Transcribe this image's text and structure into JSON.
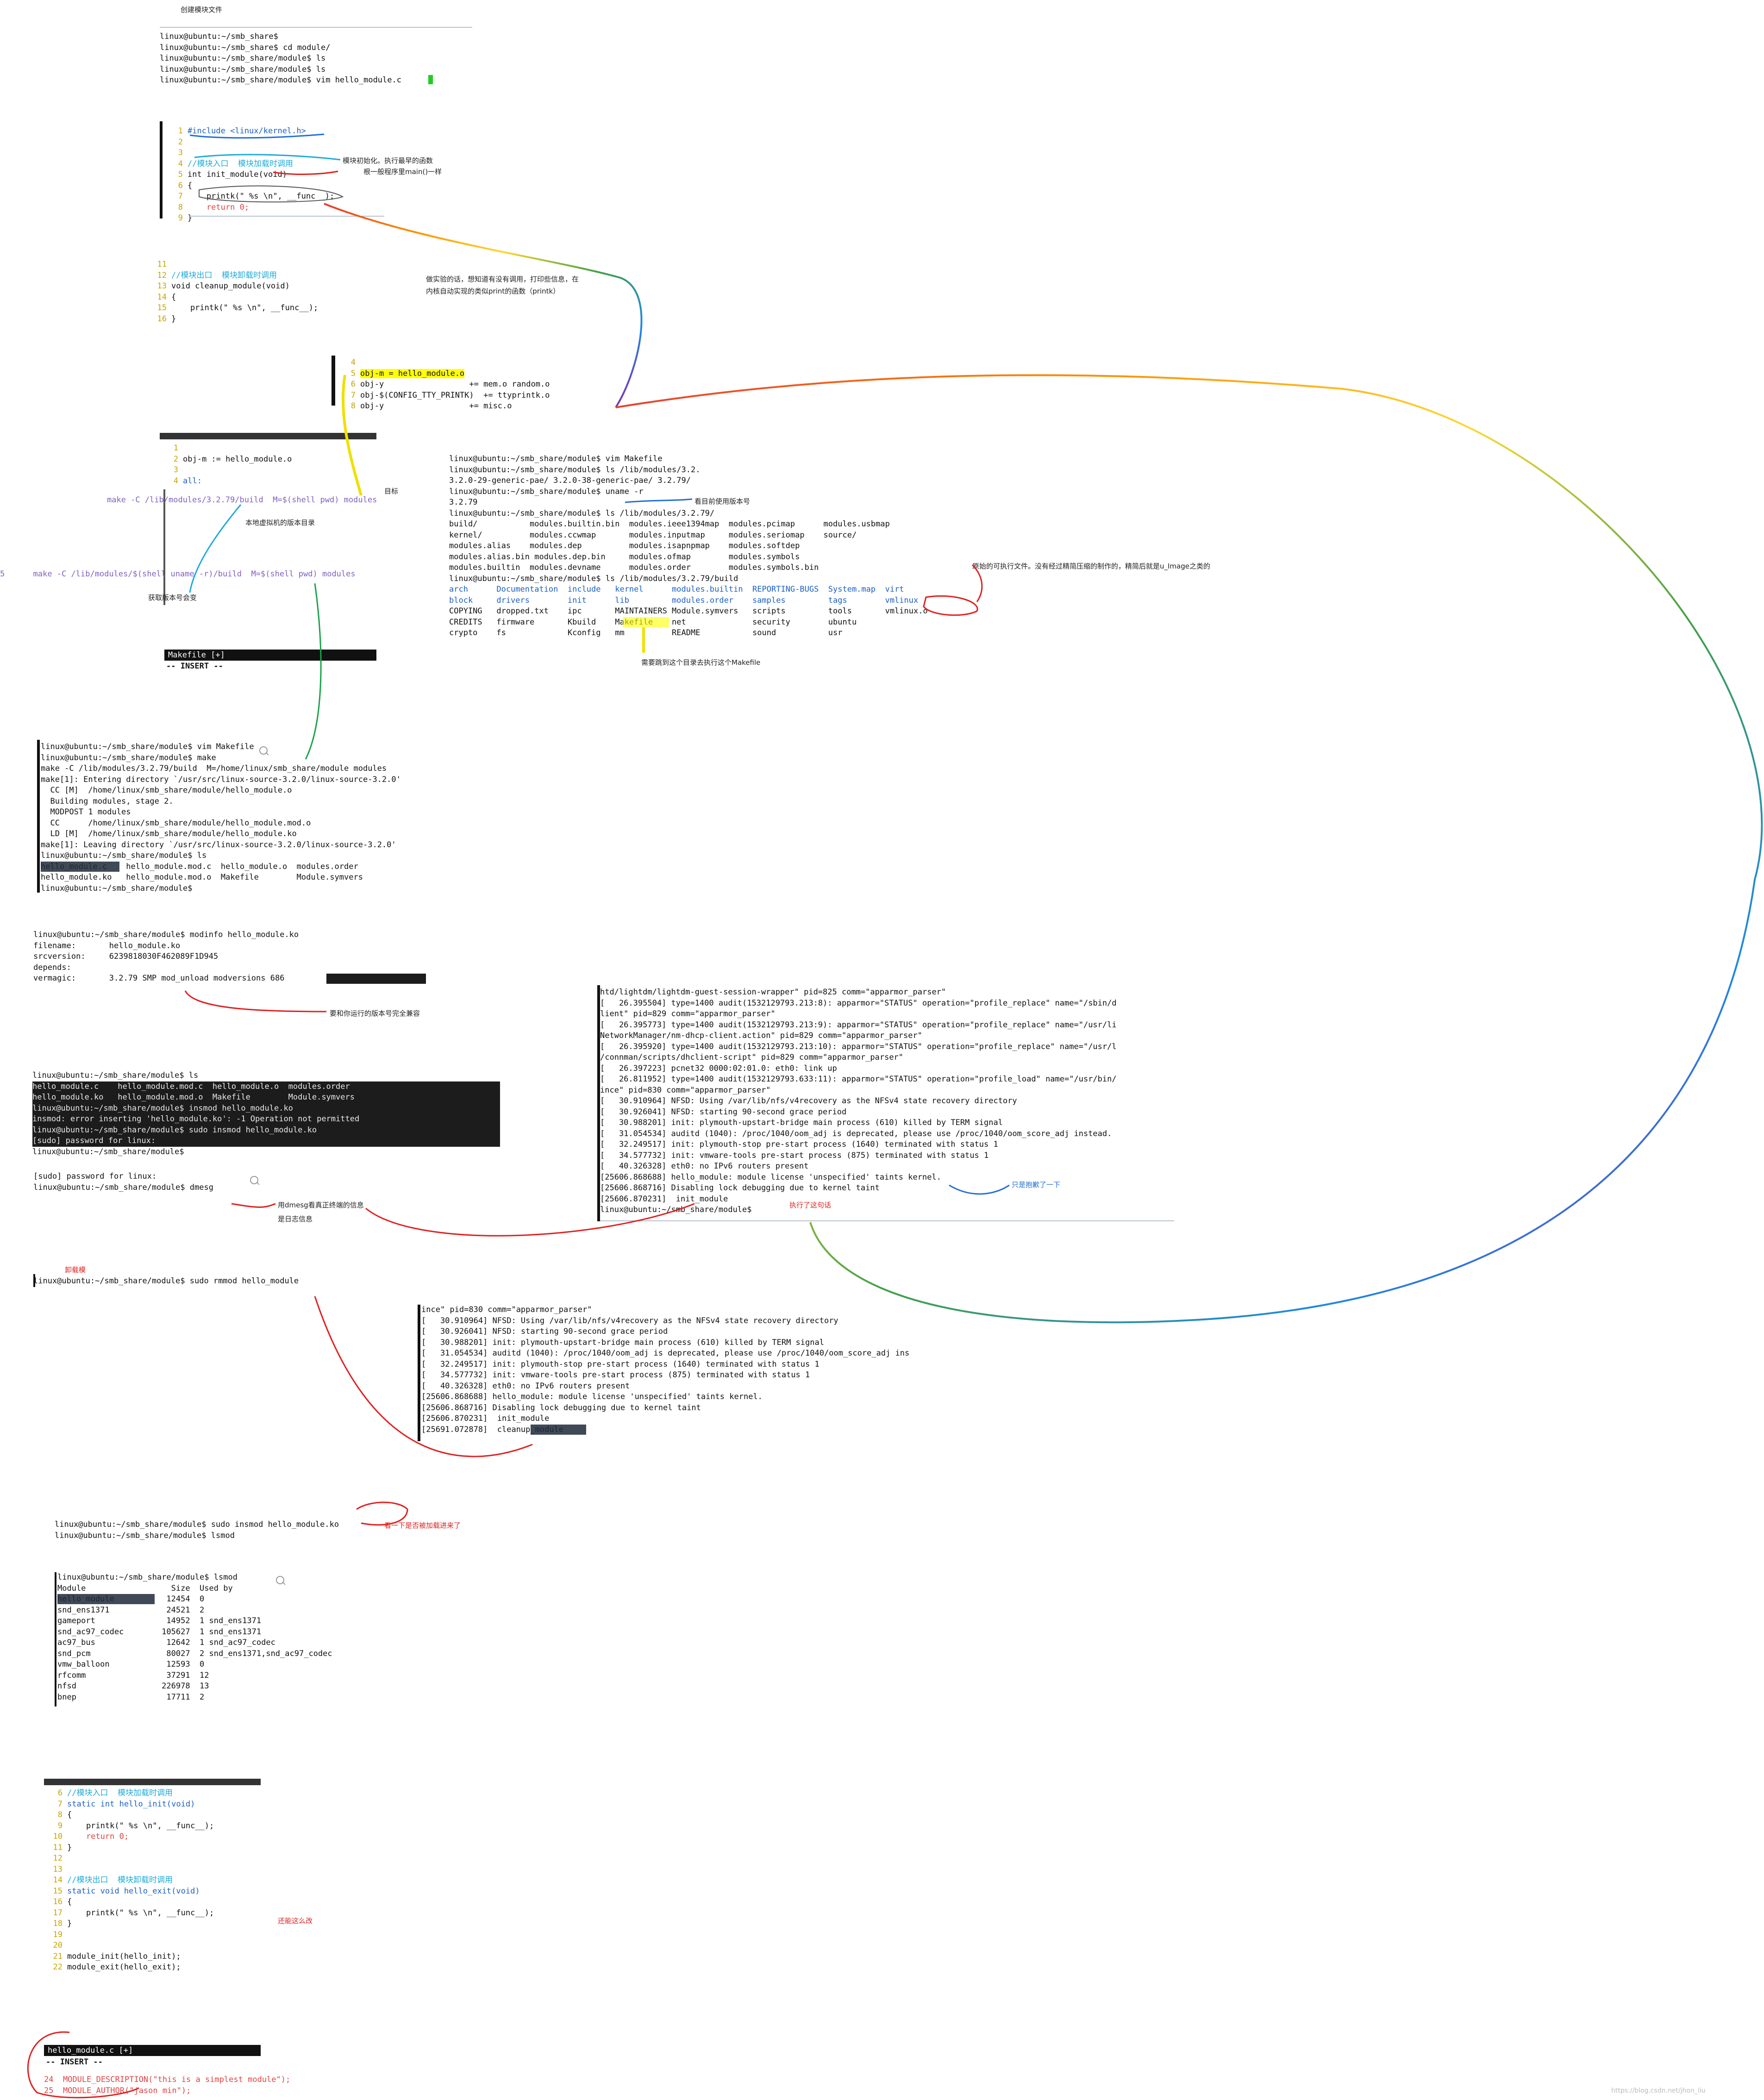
{
  "top_note": "创建模块文件",
  "shell1": {
    "lines": [
      "linux@ubuntu:~/smb_share$",
      "linux@ubuntu:~/smb_share$ cd module/",
      "linux@ubuntu:~/smb_share/module$ ls",
      "linux@ubuntu:~/smb_share/module$ ls",
      "linux@ubuntu:~/smb_share/module$ vim hello_module.c"
    ]
  },
  "vim1": {
    "lines": [
      {
        "n": "1",
        "t": "#include <linux/kernel.h>"
      },
      {
        "n": "2",
        "t": ""
      },
      {
        "n": "3",
        "t": ""
      },
      {
        "n": "4",
        "t": "//模块入口  模块加载时调用"
      },
      {
        "n": "5",
        "t": "int init_module(void)"
      },
      {
        "n": "6",
        "t": "{"
      },
      {
        "n": "7",
        "t": "    printk(\" %s \\n\", __func__);"
      },
      {
        "n": "8",
        "t": "    return 0;"
      },
      {
        "n": "9",
        "t": "}"
      }
    ],
    "note1": "模块初始化。执行最早的函数",
    "note2": "根一般程序里main()一样"
  },
  "vim2": {
    "lines": [
      {
        "n": "11",
        "t": ""
      },
      {
        "n": "12",
        "t": "//模块出口  模块卸载时调用"
      },
      {
        "n": "13",
        "t": "void cleanup_module(void)"
      },
      {
        "n": "14",
        "t": "{"
      },
      {
        "n": "15",
        "t": "    printk(\" %s \\n\", __func__);"
      },
      {
        "n": "16",
        "t": "}"
      }
    ],
    "note1": "做实验的话，想知道有没有调用，打印些信息，在",
    "note2": "内核自动实现的类似print的函数（printk）"
  },
  "makefile_snip": {
    "lines": [
      {
        "n": "4",
        "t": ""
      },
      {
        "n": "5",
        "t": "obj-m = hello_module.o"
      },
      {
        "n": "6",
        "t": "obj-y                  += mem.o random.o"
      },
      {
        "n": "7",
        "t": "obj-$(CONFIG_TTY_PRINTK)  += ttyprintk.o"
      },
      {
        "n": "8",
        "t": "obj-y                  += misc.o"
      }
    ]
  },
  "vim3": {
    "lines": [
      {
        "n": "1",
        "t": ""
      },
      {
        "n": "2",
        "t": "obj-m := hello_module.o"
      },
      {
        "n": "3",
        "t": ""
      },
      {
        "n": "4",
        "t": "all:"
      },
      {
        "n": "5",
        "t": "    make -C /lib/modules/3.2.79/build  M=$(shell pwd) modules"
      }
    ],
    "status": "Makefile [+]",
    "insert": "-- INSERT --",
    "note_target": "目标",
    "note_current": "本地虚拟机的版本目录",
    "note_version": "获取版本号会变",
    "line5b": "5      make -C /lib/modules/$(shell uname -r)/build  M=$(shell pwd) modules"
  },
  "shell2": {
    "lines": [
      "linux@ubuntu:~/smb_share/module$ vim Makefile",
      "linux@ubuntu:~/smb_share/module$ ls /lib/modules/3.2.",
      "3.2.0-29-generic-pae/ 3.2.0-38-generic-pae/ 3.2.79/",
      "linux@ubuntu:~/smb_share/module$ uname -r",
      "3.2.79",
      "linux@ubuntu:~/smb_share/module$ ls /lib/modules/3.2.79/",
      "build/           modules.builtin.bin  modules.ieee1394map  modules.pcimap      modules.usbmap",
      "kernel/          modules.ccwmap       modules.inputmap     modules.seriomap    source/",
      "modules.alias    modules.dep          modules.isapnpmap    modules.softdep",
      "modules.alias.bin modules.dep.bin     modules.ofmap        modules.symbols",
      "modules.builtin  modules.devname      modules.order        modules.symbols.bin",
      "linux@ubuntu:~/smb_share/module$ ls /lib/modules/3.2.79/build",
      "arch      Documentation  include   kernel      modules.builtin  REPORTING-BUGS  System.map  virt",
      "block     drivers        init      lib         modules.order    samples         tags        vmlinux",
      "COPYING   dropped.txt    ipc       MAINTAINERS Module.symvers   scripts         tools       vmlinux.o",
      "CREDITS   firmware       Kbuild    Makefile    net              security        ubuntu",
      "crypto    fs             Kconfig   mm          README           sound           usr"
    ],
    "note_uname": "看目前使用版本号",
    "note_vmlinux": "原始的可执行文件。没有经过精简压缩的制作的，精简后就是u_Image之类的",
    "note_makefile": "需要跳到这个目录去执行这个Makefile"
  },
  "shell3": {
    "lines": [
      "linux@ubuntu:~/smb_share/module$ vim Makefile",
      "linux@ubuntu:~/smb_share/module$ make",
      "make -C /lib/modules/3.2.79/build  M=/home/linux/smb_share/module modules",
      "make[1]: Entering directory `/usr/src/linux-source-3.2.0/linux-source-3.2.0'",
      "  CC [M]  /home/linux/smb_share/module/hello_module.o",
      "  Building modules, stage 2.",
      "  MODPOST 1 modules",
      "  CC      /home/linux/smb_share/module/hello_module.mod.o",
      "  LD [M]  /home/linux/smb_share/module/hello_module.ko",
      "make[1]: Leaving directory `/usr/src/linux-source-3.2.0/linux-source-3.2.0'",
      "linux@ubuntu:~/smb_share/module$ ls",
      "hello_module.c    hello_module.mod.c  hello_module.o  modules.order",
      "hello_module.ko   hello_module.mod.o  Makefile        Module.symvers",
      "linux@ubuntu:~/smb_share/module$"
    ]
  },
  "shell4": {
    "lines": [
      "linux@ubuntu:~/smb_share/module$ modinfo hello_module.ko",
      "filename:       hello_module.ko",
      "srcversion:     6239818030F462089F1D945",
      "depends:",
      "vermagic:       3.2.79 SMP mod_unload modversions 686"
    ],
    "note": "要和你运行的版本号完全兼容"
  },
  "shell5": {
    "lines": [
      "linux@ubuntu:~/smb_share/module$ ls",
      "hello_module.c    hello_module.mod.c  hello_module.o  modules.order",
      "hello_module.ko   hello_module.mod.o  Makefile        Module.symvers",
      "linux@ubuntu:~/smb_share/module$ insmod hello_module.ko",
      "insmod: error inserting 'hello_module.ko': -1 Operation not permitted",
      "linux@ubuntu:~/smb_share/module$ sudo insmod hello_module.ko",
      "[sudo] password for linux:",
      "linux@ubuntu:~/smb_share/module$"
    ]
  },
  "shell6": {
    "lines": [
      "[sudo] password for linux:",
      "linux@ubuntu:~/smb_share/module$ dmesg"
    ],
    "note1": "用dmesg看真正终端的信息",
    "note2": "是日志信息"
  },
  "dmesg1": {
    "lines": [
      "htd/lightdm/lightdm-guest-session-wrapper\" pid=825 comm=\"apparmor_parser\"",
      "[   26.395504] type=1400 audit(1532129793.213:8): apparmor=\"STATUS\" operation=\"profile_replace\" name=\"/sbin/d",
      "lient\" pid=829 comm=\"apparmor_parser\"",
      "[   26.395773] type=1400 audit(1532129793.213:9): apparmor=\"STATUS\" operation=\"profile_replace\" name=\"/usr/li",
      "NetworkManager/nm-dhcp-client.action\" pid=829 comm=\"apparmor_parser\"",
      "[   26.395920] type=1400 audit(1532129793.213:10): apparmor=\"STATUS\" operation=\"profile_replace\" name=\"/usr/l",
      "/connman/scripts/dhclient-script\" pid=829 comm=\"apparmor_parser\"",
      "[   26.397223] pcnet32 0000:02:01.0: eth0: link up",
      "[   26.811952] type=1400 audit(1532129793.633:11): apparmor=\"STATUS\" operation=\"profile_load\" name=\"/usr/bin/",
      "ince\" pid=830 comm=\"apparmor_parser\"",
      "[   30.910964] NFSD: Using /var/lib/nfs/v4recovery as the NFSv4 state recovery directory",
      "[   30.926041] NFSD: starting 90-second grace period",
      "[   30.988201] init: plymouth-upstart-bridge main process (610) killed by TERM signal",
      "[   31.054534] auditd (1040): /proc/1040/oom_adj is deprecated, please use /proc/1040/oom_score_adj instead.",
      "[   32.249517] init: plymouth-stop pre-start process (1640) terminated with status 1",
      "[   34.577732] init: vmware-tools pre-start process (875) terminated with status 1",
      "[   40.326328] eth0: no IPv6 routers present",
      "[25606.868688] hello_module: module license 'unspecified' taints kernel.",
      "[25606.868716] Disabling lock debugging due to kernel taint",
      "[25606.870231]  init_module",
      "linux@ubuntu:~/smb_share/module$"
    ],
    "note_once": "只是抱歉了一下",
    "note_exec": "执行了这句话"
  },
  "rmmod": {
    "label": "卸载模",
    "line": "linux@ubuntu:~/smb_share/module$ sudo rmmod hello_module"
  },
  "dmesg2": {
    "lines": [
      "ince\" pid=830 comm=\"apparmor_parser\"",
      "[   30.910964] NFSD: Using /var/lib/nfs/v4recovery as the NFSv4 state recovery directory",
      "[   30.926041] NFSD: starting 90-second grace period",
      "[   30.988201] init: plymouth-upstart-bridge main process (610) killed by TERM signal",
      "[   31.054534] auditd (1040): /proc/1040/oom_adj is deprecated, please use /proc/1040/oom_score_adj ins",
      "[   32.249517] init: plymouth-stop pre-start process (1640) terminated with status 1",
      "[   34.577732] init: vmware-tools pre-start process (875) terminated with status 1",
      "[   40.326328] eth0: no IPv6 routers present",
      "[25606.868688] hello_module: module license 'unspecified' taints kernel.",
      "[25606.868716] Disabling lock debugging due to kernel taint",
      "[25606.870231]  init_module",
      "[25691.072878]  cleanup_module"
    ]
  },
  "shell7": {
    "lines": [
      "linux@ubuntu:~/smb_share/module$ sudo insmod hello_module.ko",
      "linux@ubuntu:~/smb_share/module$ lsmod"
    ],
    "note": "看一下是否被加载进来了"
  },
  "lsmod": {
    "prompt": "linux@ubuntu:~/smb_share/module$ lsmod",
    "header": "Module                  Size  Used by",
    "rows": [
      "hello_module           12454  0",
      "snd_ens1371            24521  2",
      "gameport               14952  1 snd_ens1371",
      "snd_ac97_codec        105627  1 snd_ens1371",
      "ac97_bus               12642  1 snd_ac97_codec",
      "snd_pcm                80027  2 snd_ens1371,snd_ac97_codec",
      "vmw_balloon            12593  0",
      "rfcomm                 37291  12",
      "nfsd                  226978  13",
      "bnep                   17711  2"
    ]
  },
  "vim4": {
    "lines": [
      {
        "n": "6",
        "t": "//模块入口  模块加载时调用"
      },
      {
        "n": "7",
        "t": "static int hello_init(void)"
      },
      {
        "n": "8",
        "t": "{"
      },
      {
        "n": "9",
        "t": "    printk(\" %s \\n\", __func__);"
      },
      {
        "n": "10",
        "t": "    return 0;"
      },
      {
        "n": "11",
        "t": "}"
      },
      {
        "n": "12",
        "t": ""
      },
      {
        "n": "13",
        "t": ""
      },
      {
        "n": "14",
        "t": "//模块出口  模块卸载时调用"
      },
      {
        "n": "15",
        "t": "static void hello_exit(void)"
      },
      {
        "n": "16",
        "t": "{"
      },
      {
        "n": "17",
        "t": "    printk(\" %s \\n\", __func__);"
      },
      {
        "n": "18",
        "t": "}"
      },
      {
        "n": "19",
        "t": ""
      },
      {
        "n": "20",
        "t": ""
      },
      {
        "n": "21",
        "t": "module_init(hello_init);"
      },
      {
        "n": "22",
        "t": "module_exit(hello_exit);"
      }
    ],
    "status": "hello_module.c [+]",
    "insert": "-- INSERT --",
    "desc_line": "24  MODULE_DESCRIPTION(\"this is a simplest module\");",
    "author_line": "25  MODULE_AUTHOR(\"jason min\");",
    "note": "还能这么改"
  },
  "watermark": "https://blog.csdn.net/jhon_liu"
}
